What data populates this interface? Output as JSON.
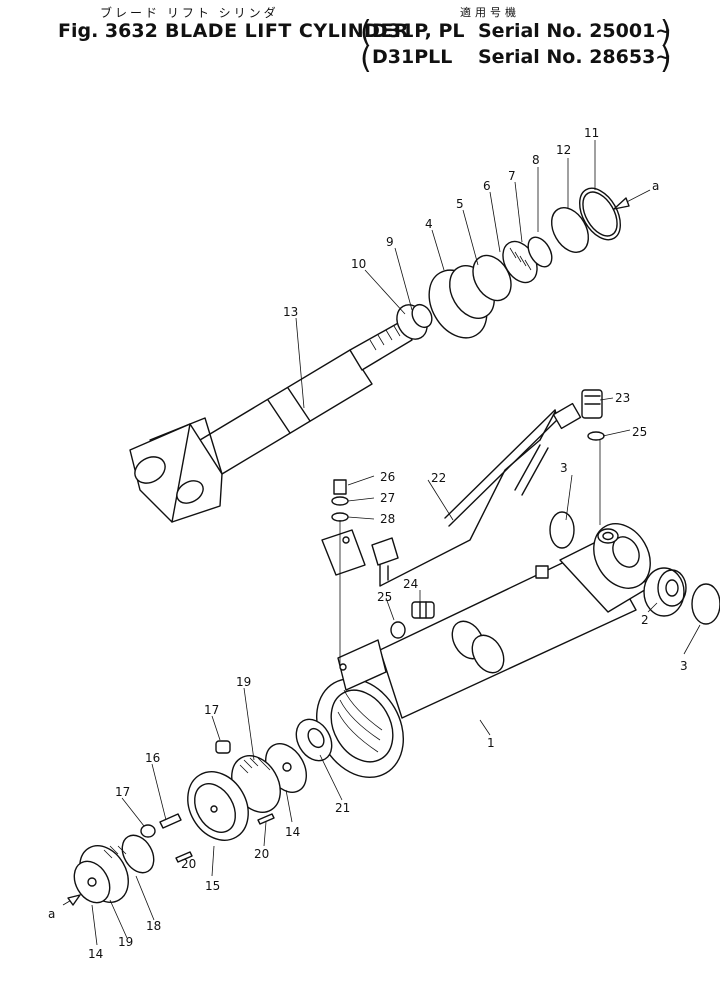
{
  "header": {
    "title_jp": "ブレード リフト シリンダ",
    "serial_jp": "適用号機",
    "fig_label": "Fig. 3632",
    "title_en": "BLADE LIFT CYLINDER",
    "models_1": "D31P, PL",
    "serial_1": "Serial No. 25001~",
    "models_2": "D31PLL",
    "serial_2": "Serial No. 28653~"
  },
  "diagram": {
    "labels": {
      "p1": "1",
      "p2": "2",
      "p3a": "3",
      "p3b": "3",
      "p4": "4",
      "p5": "5",
      "p6": "6",
      "p7": "7",
      "p8": "8",
      "p9": "9",
      "p10": "10",
      "p11": "11",
      "p12": "12",
      "p13": "13",
      "p14a": "14",
      "p14b": "14",
      "p15": "15",
      "p16": "16",
      "p17a": "17",
      "p17b": "17",
      "p18": "18",
      "p19a": "19",
      "p19b": "19",
      "p20a": "20",
      "p20b": "20",
      "p21": "21",
      "p22": "22",
      "p23": "23",
      "p24": "24",
      "p25a": "25",
      "p25b": "25",
      "p26": "26",
      "p27": "27",
      "p28": "28",
      "arrow_top": "a",
      "arrow_bottom": "a"
    }
  }
}
